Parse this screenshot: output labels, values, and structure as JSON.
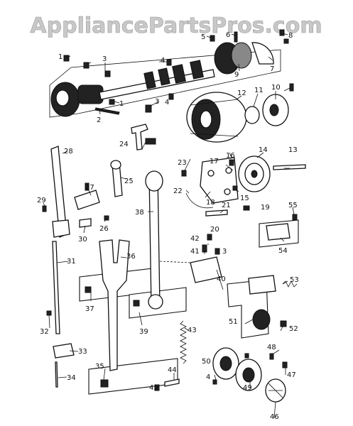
{
  "watermark": {
    "text": "AppliancePartsPros.com",
    "color": "#c8c8c8"
  },
  "callouts": {
    "c1": "1",
    "c1b": "1",
    "c2": "2",
    "c3": "3",
    "c3b": "3",
    "c3c": "3",
    "c4": "4",
    "c4b": "4",
    "c5": "5",
    "c6": "6",
    "c7": "7",
    "c8": "8",
    "c9": "9",
    "c10": "10",
    "c11": "11",
    "c12": "12",
    "c13": "13",
    "c14": "14",
    "c15": "15",
    "c16": "16",
    "c17": "17",
    "c18": "18",
    "c19": "19",
    "c20": "20",
    "c21": "21",
    "c22": "22",
    "c23": "23",
    "c24": "24",
    "c25": "25",
    "c26": "26",
    "c27": "27",
    "c28": "28",
    "c29": "29",
    "c30": "30",
    "c31": "31",
    "c32": "32",
    "c33": "33",
    "c34": "34",
    "c35": "35",
    "c36": "36",
    "c37": "37",
    "c38": "38",
    "c39": "39",
    "c40": "40",
    "c41": "41",
    "c42": "42",
    "c43": "43",
    "c44": "44",
    "c45": "45",
    "c46": "46",
    "c47": "47",
    "c48": "48",
    "c49": "49",
    "c50": "50",
    "c51": "51",
    "c52": "52",
    "c53": "53",
    "c54": "54",
    "c55": "55"
  }
}
